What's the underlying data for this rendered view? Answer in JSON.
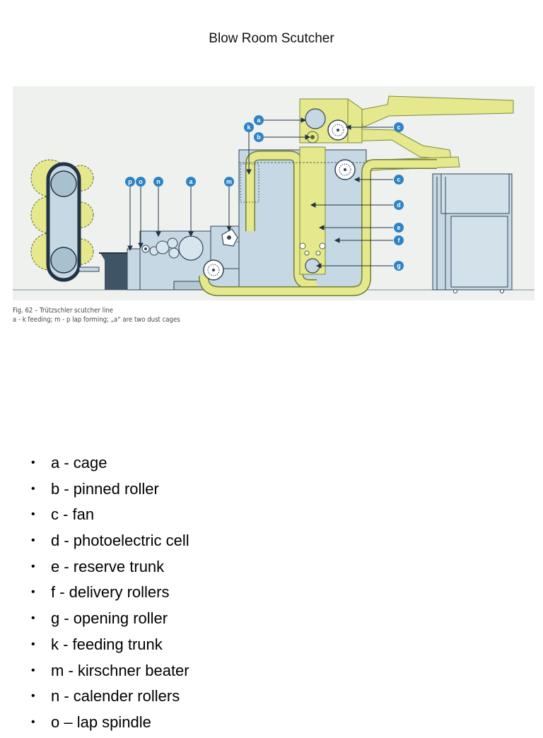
{
  "title": "Blow Room Scutcher",
  "figure": {
    "callouts": [
      "a",
      "b",
      "k",
      "c",
      "c",
      "d",
      "e",
      "f",
      "g",
      "p",
      "o",
      "n",
      "a",
      "m"
    ],
    "caption_line1": "Fig. 62 – Trützschler scutcher line",
    "caption_line2": "a - k feeding; m - p lap forming; „a“ are two dust cages"
  },
  "legend": {
    "items": [
      "a - cage",
      "b - pinned roller",
      "c - fan",
      "d - photoelectric cell",
      "e - reserve trunk",
      "f - delivery rollers",
      "g - opening roller",
      "k - feeding trunk",
      "m - kirschner beater",
      "n - calender rollers",
      "o – lap spindle"
    ]
  },
  "colors": {
    "figure_bg": "#eff1ef",
    "machine_blue": "#c6d8e3",
    "duct_yellow": "#e5e88c",
    "outline": "#334455",
    "callout_blue": "#2d83c5",
    "dark_base": "#3f5566"
  }
}
